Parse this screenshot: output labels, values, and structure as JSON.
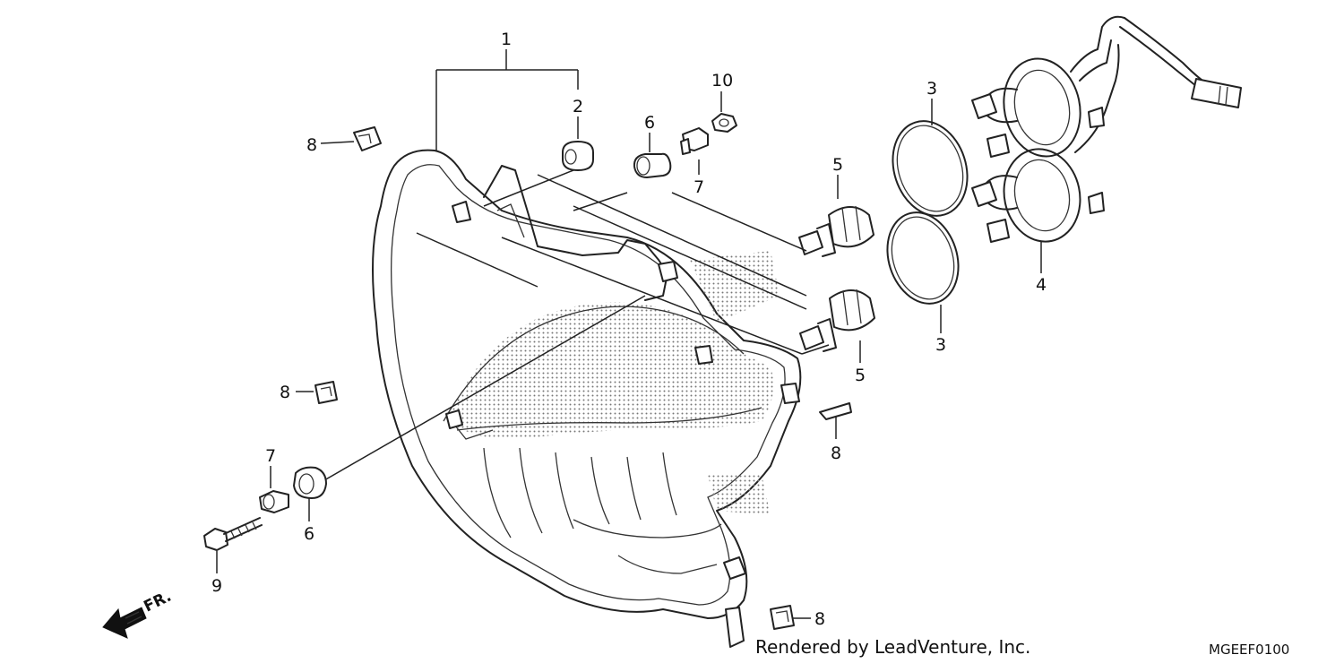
{
  "diagram": {
    "callouts": [
      {
        "id": "c1",
        "text": "1"
      },
      {
        "id": "c2",
        "text": "2"
      },
      {
        "id": "c3a",
        "text": "3"
      },
      {
        "id": "c3b",
        "text": "3"
      },
      {
        "id": "c4",
        "text": "4"
      },
      {
        "id": "c5a",
        "text": "5"
      },
      {
        "id": "c5b",
        "text": "5"
      },
      {
        "id": "c6a",
        "text": "6"
      },
      {
        "id": "c6b",
        "text": "6"
      },
      {
        "id": "c7a",
        "text": "7"
      },
      {
        "id": "c7b",
        "text": "7"
      },
      {
        "id": "c8a",
        "text": "8"
      },
      {
        "id": "c8b",
        "text": "8"
      },
      {
        "id": "c8c",
        "text": "8"
      },
      {
        "id": "c8d",
        "text": "8"
      },
      {
        "id": "c9",
        "text": "9"
      },
      {
        "id": "c10",
        "text": "10"
      }
    ],
    "direction_label": "FR.",
    "credit": "Rendered by LeadVenture, Inc.",
    "diagram_code": "MGEEF0100",
    "colors": {
      "line": "#222222",
      "background": "#ffffff"
    }
  }
}
